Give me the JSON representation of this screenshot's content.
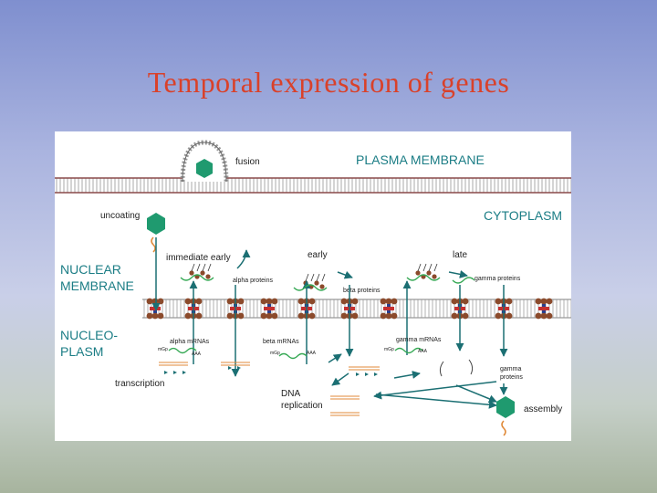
{
  "title": "Temporal expression of genes",
  "colors": {
    "title": "#d9412a",
    "region_label": "#1b7d85",
    "arrow": "#1b6f73",
    "capsid": "#1f9a6f",
    "mrna": "#34a853",
    "dna": "#e08a3a"
  },
  "labels": {
    "plasma_membrane": "PLASMA MEMBRANE",
    "cytoplasm": "CYTOPLASM",
    "nuclear_membrane_1": "NUCLEAR",
    "nuclear_membrane_2": "MEMBRANE",
    "nucleoplasm_1": "NUCLEO-",
    "nucleoplasm_2": "PLASM",
    "fusion": "fusion",
    "uncoating": "uncoating",
    "immediate_early": "immediate early",
    "early": "early",
    "late": "late",
    "alpha_proteins": "alpha proteins",
    "beta_proteins": "beta proteins",
    "gamma_proteins": "gamma proteins",
    "gamma_proteins_nuc_1": "gamma",
    "gamma_proteins_nuc_2": "proteins",
    "alpha_mrnas": "alpha mRNAs",
    "beta_mrnas": "beta mRNAs",
    "gamma_mrnas": "gamma mRNAs",
    "cap": "mGp",
    "polya": "AAA",
    "transcription": "transcription",
    "dna_replication_1": "DNA",
    "dna_replication_2": "replication",
    "assembly": "assembly"
  }
}
